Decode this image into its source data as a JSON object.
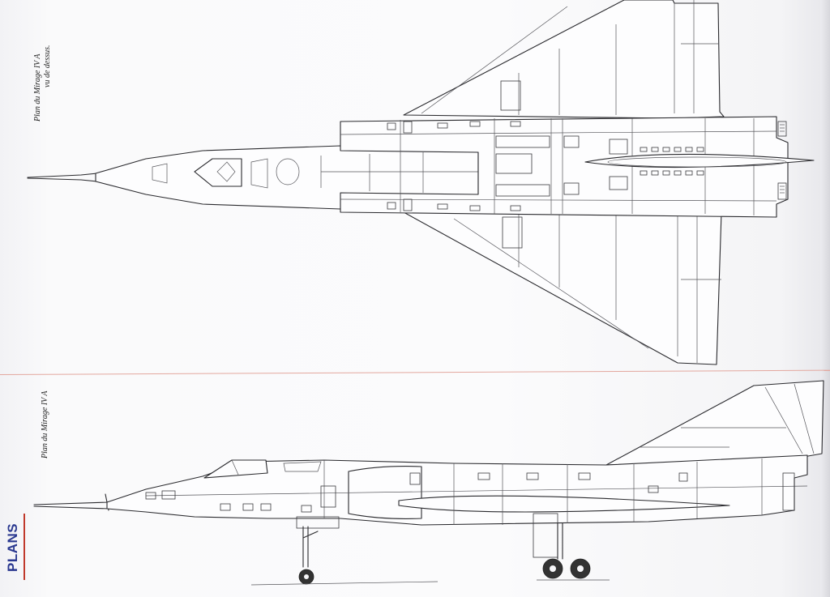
{
  "captions": {
    "top_line1": "Plan du Mirage IV A",
    "top_line2": "vu de dessus.",
    "bottom": "Plan du Mirage IV A"
  },
  "section": {
    "label": "PLANS",
    "accent_color": "#2b3990",
    "rule_color": "#c0392b"
  }
}
